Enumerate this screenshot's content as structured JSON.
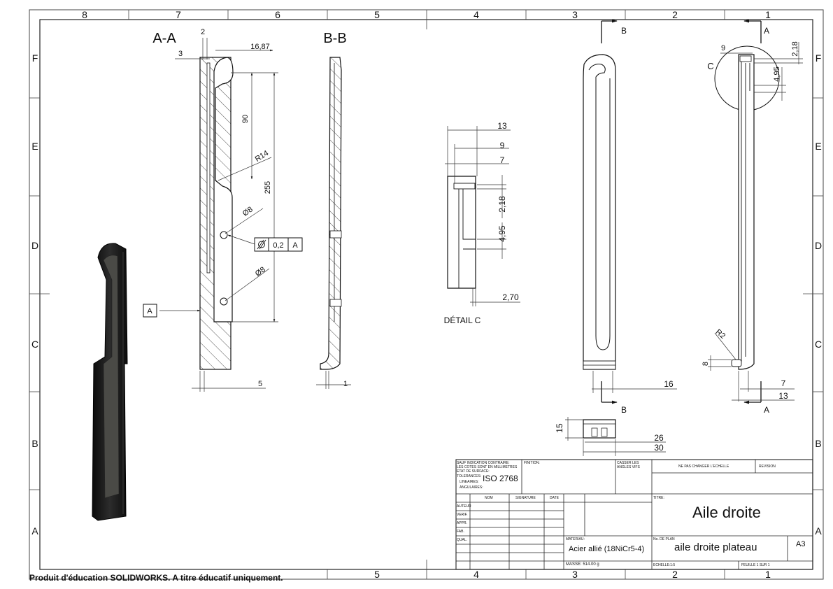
{
  "zone_columns_top": [
    "8",
    "7",
    "6",
    "5",
    "4",
    "3",
    "2",
    "1"
  ],
  "zone_columns_bottom": [
    "5",
    "4",
    "3",
    "2",
    "1"
  ],
  "zone_rows": [
    "F",
    "E",
    "D",
    "C",
    "B",
    "A"
  ],
  "views": {
    "section_aa": {
      "title": "A-A",
      "dims": [
        "2",
        "3",
        "16,87",
        "90",
        "R14",
        "255",
        "Ø8",
        "Ø8",
        "5"
      ],
      "datum_label": "A",
      "tolerance": {
        "value": "0,2",
        "datum": "A"
      }
    },
    "section_bb": {
      "title": "B-B",
      "dims": [
        "1"
      ]
    },
    "detail_c": {
      "title": "DÉTAIL C",
      "dims": [
        "13",
        "9",
        "7",
        "2,18",
        "4,95",
        "2,70"
      ]
    },
    "front": {
      "markers": [
        "B",
        "B"
      ],
      "dims": [
        "16"
      ]
    },
    "right": {
      "markers": [
        "A",
        "A",
        "C"
      ],
      "dims": [
        "9",
        "2,18",
        "4,95",
        "R2",
        "8",
        "7",
        "13"
      ]
    },
    "bottom": {
      "dims": [
        "15",
        "26",
        "30"
      ]
    }
  },
  "title_block": {
    "general_tol_1": "SAUF INDICATION CONTRAIRE:",
    "general_tol_2": "LES COTES SONT EN MILLIMETRES",
    "general_tol_3": "ETAT DE SURFACE:",
    "general_tol_4": "TOLERANCES:",
    "general_tol_5": "LINEAIRES:",
    "general_tol_6": "ANGULAIRES:",
    "iso": "ISO 2768",
    "finition": "FINITION:",
    "casser": "CASSER LES",
    "angles": "ANGLES VIFS",
    "no_scale": "NE PAS CHANGER L'ECHELLE",
    "revision": "REVISION",
    "col_nom": "NOM",
    "col_signature": "SIGNATURE",
    "col_date": "DATE",
    "row_auteur": "AUTEUR",
    "row_verif": "VERIF.",
    "row_appr": "APPR.",
    "row_fab": "FAB.",
    "row_qual": "QUAL.",
    "titre_label": "TITRE:",
    "title": "Aile droite",
    "materiau_label": "MATERIAU:",
    "material": "Acier allié (18NiCr5-4)",
    "plan_label": "No. DE PLAN",
    "plan": "aile droite plateau",
    "format": "A3",
    "masse": "MASSE: 514.00 g",
    "echelle": "ECHELLE:1:5",
    "feuille": "FEUILLE 1 SUR 1"
  },
  "watermark": "Produit d'éducation SOLIDWORKS. A titre éducatif uniquement."
}
